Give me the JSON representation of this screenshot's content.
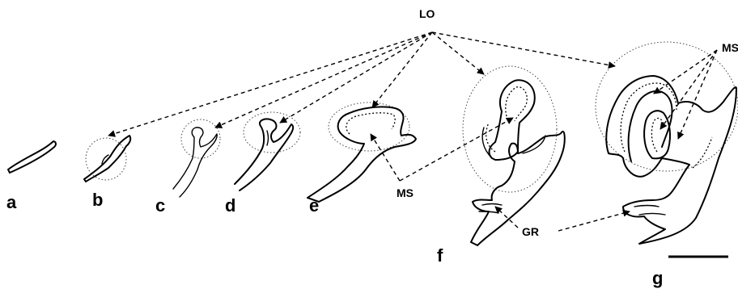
{
  "callouts": {
    "lo": "LO",
    "ms_top": "MS",
    "ms_mid": "MS",
    "gr": "GR"
  },
  "panels": {
    "a": "a",
    "b": "b",
    "c": "c",
    "d": "d",
    "e": "e",
    "f": "f",
    "g": "g"
  }
}
